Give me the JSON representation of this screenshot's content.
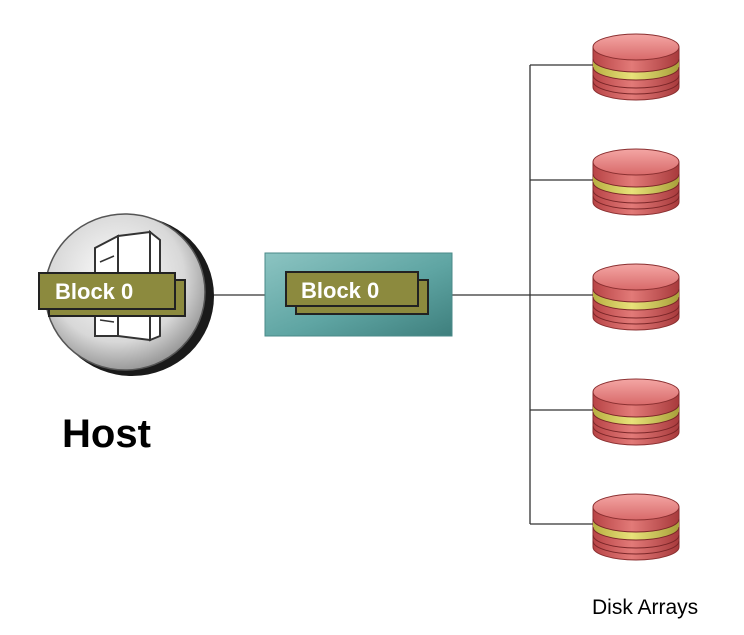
{
  "host": {
    "label": "Host",
    "block_label": "Block 0"
  },
  "switch": {
    "block_label": "Block 0"
  },
  "storage": {
    "label": "Disk Arrays",
    "disk_count": 5
  },
  "colors": {
    "block_fill": "#8c8a3e",
    "switch_fill": "#5fa5a3",
    "disk_red": "#d2585a",
    "disk_band": "#d6cf5a",
    "line": "#333333"
  }
}
